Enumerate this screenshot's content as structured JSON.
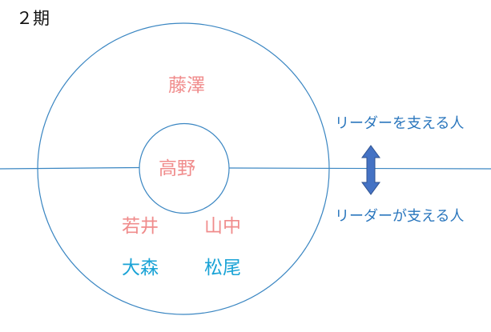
{
  "title": "２期",
  "names": {
    "top": "藤澤",
    "center": "高野",
    "bottom_left_1": "若井",
    "bottom_right_1": "山中",
    "bottom_left_2": "大森",
    "bottom_right_2": "松尾"
  },
  "captions": {
    "upper": "リーダーを支える人",
    "lower": "リーダーが支える人"
  },
  "colors": {
    "line": "#3a86c2",
    "arrow_fill": "#4472c4",
    "arrow_stroke": "#2f528f",
    "name_pink": "#f08c8c",
    "name_cyan": "#1aa3d6",
    "caption": "#2a76bd"
  }
}
